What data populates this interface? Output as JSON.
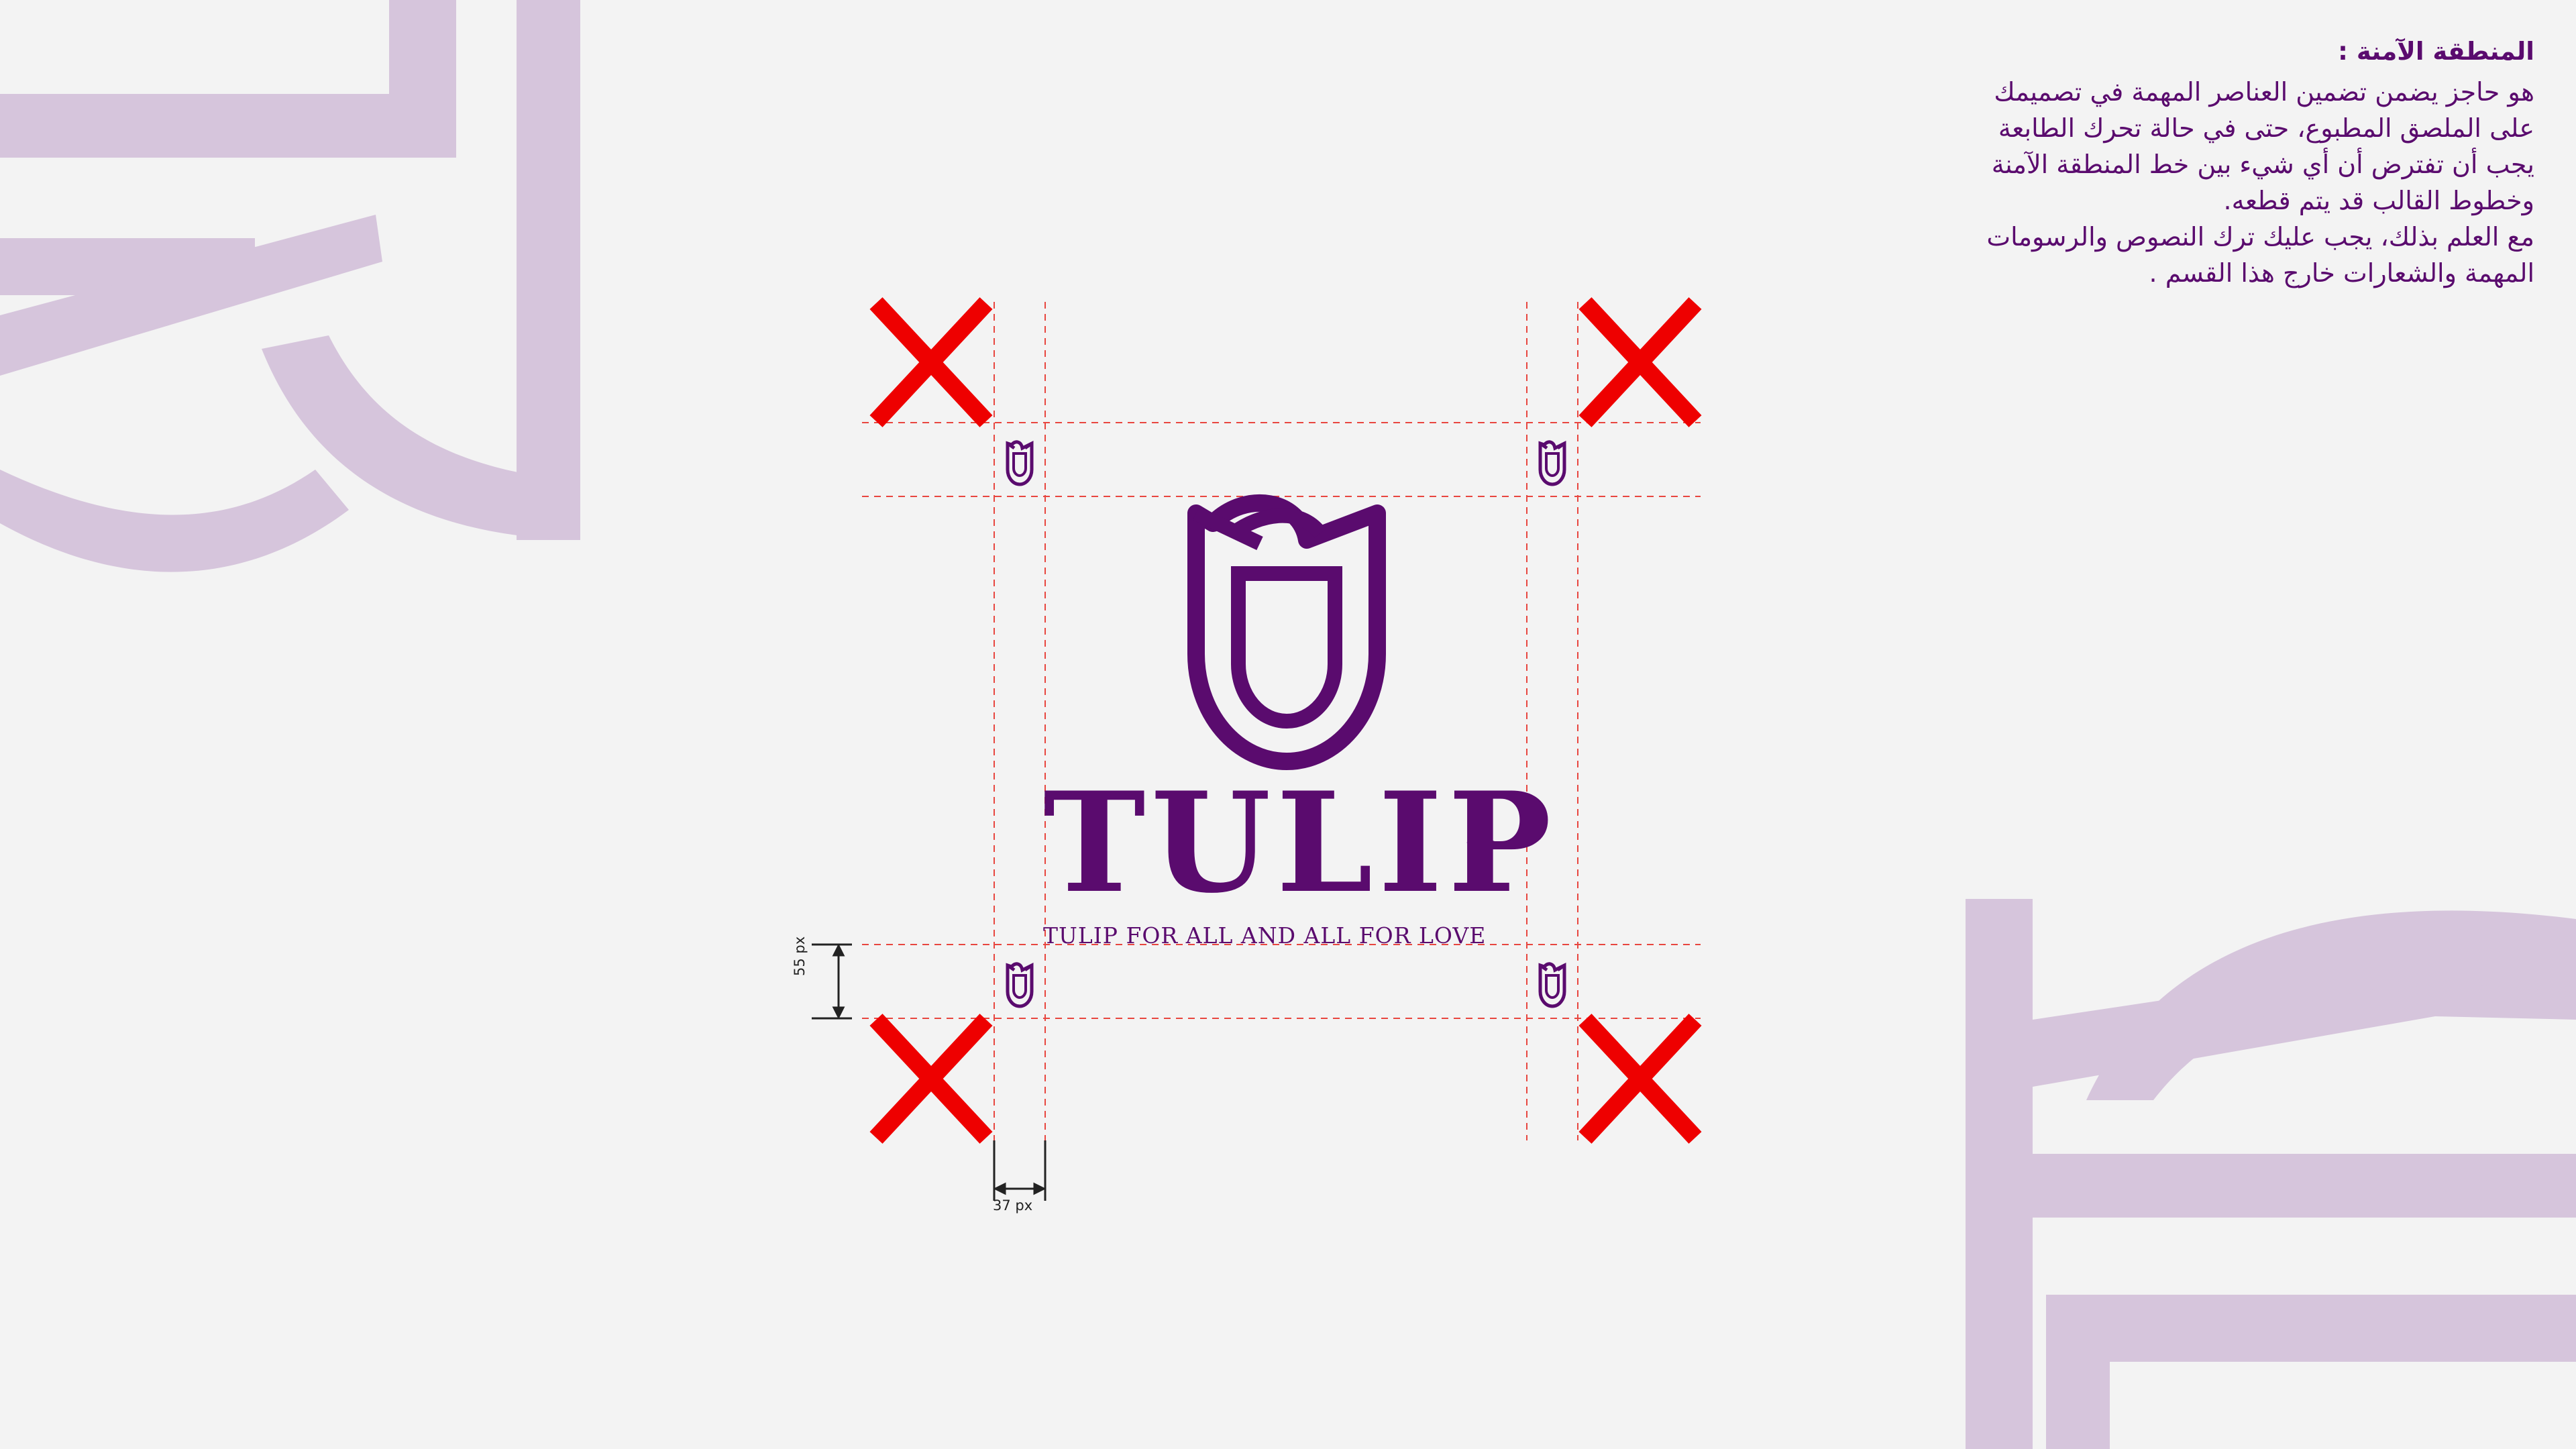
{
  "safe_zone": {
    "title": "المنطقة الآمنة :",
    "lines": [
      "هو حاجز يضمن تضمين العناصر المهمة في تصميمك",
      "على الملصق المطبوع، حتى في حالة تحرك الطابعة",
      "يجب أن تفترض أن أي شيء بين خط المنطقة الآمنة",
      "وخطوط القالب قد يتم قطعه.",
      "مع العلم بذلك، يجب عليك ترك النصوص والرسومات",
      "المهمة والشعارات خارج هذا القسم ."
    ]
  },
  "logo": {
    "name": "TULIP",
    "tagline": "TULIP FOR ALL AND ALL FOR LOVE"
  },
  "dimensions": {
    "height_label": "55 px",
    "width_label": "37 px"
  },
  "colors": {
    "brand_purple": "#5a0b6e",
    "decor_lilac": "#d6c5dc",
    "guide_red": "#e8463f",
    "forbidden_red": "#ee0000"
  },
  "icons": [
    "tulip-mark-icon",
    "forbidden-x-icon"
  ]
}
